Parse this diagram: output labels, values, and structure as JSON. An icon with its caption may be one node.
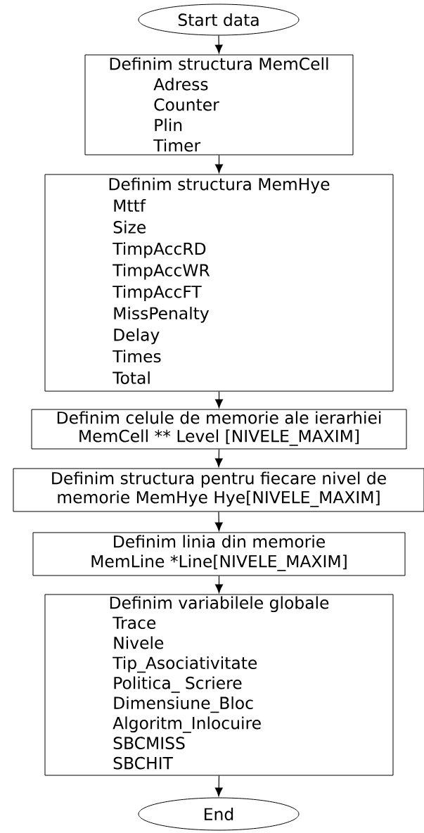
{
  "diagram": {
    "nodes": [
      {
        "text": [
          "Start data"
        ]
      },
      {
        "text": [
          "Definim structura MemCell",
          "Adress",
          "Counter",
          "Plin",
          "Timer"
        ]
      },
      {
        "text": [
          "Definim structura MemHye",
          "Mttf",
          "Size",
          "TimpAccRD",
          "TimpAccWR",
          "TimpAccFT",
          "MissPenalty",
          "Delay",
          "Times",
          "Total"
        ]
      },
      {
        "text": [
          "Definim celule de memorie ale ierarhiei",
          "MemCell ** Level [NIVELE_MAXIM]"
        ]
      },
      {
        "text": [
          "Definim structura pentru fiecare nivel de",
          "memorie MemHye Hye[NIVELE_MAXIM]"
        ]
      },
      {
        "text": [
          "Definim linia din memorie",
          "MemLine *Line[NIVELE_MAXIM]"
        ]
      },
      {
        "text": [
          "Definim variabilele globale",
          "Trace",
          "Nivele",
          "Tip_Asociativitate",
          "Politica_ Scriere",
          "Dimensiune_Bloc",
          "Algoritm_Inlocuire",
          "SBCMISS",
          "SBCHIT"
        ]
      },
      {
        "text": [
          "End"
        ]
      }
    ],
    "edges": [
      {
        "from": 0,
        "to": 1,
        "arrow": "to"
      },
      {
        "from": 1,
        "to": 2,
        "arrow": "to"
      },
      {
        "from": 2,
        "to": 3,
        "arrow": "to"
      },
      {
        "from": 3,
        "to": 4,
        "arrow": "to"
      },
      {
        "from": 4,
        "to": 5,
        "arrow": "to"
      },
      {
        "from": 5,
        "to": 6,
        "arrow": "to"
      },
      {
        "from": 6,
        "to": 7,
        "arrow": "to"
      }
    ]
  }
}
